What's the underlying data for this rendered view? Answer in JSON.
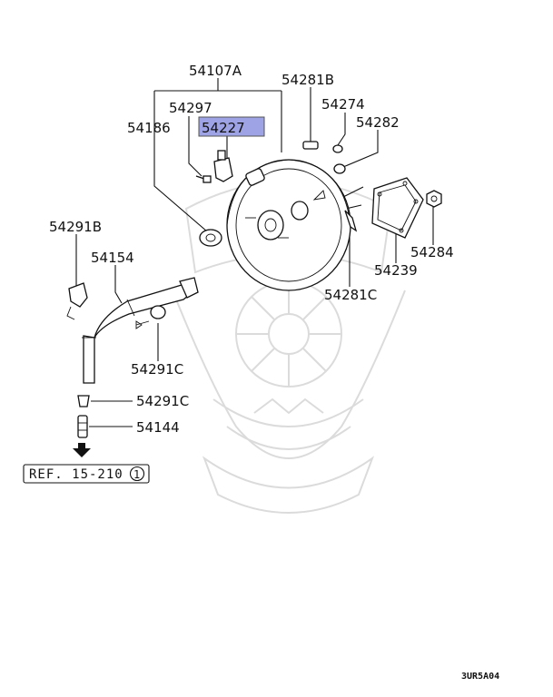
{
  "labels": {
    "l54107A": "54107A",
    "l54297": "54297",
    "l54227": "54227",
    "l54186": "54186",
    "l54281B": "54281B",
    "l54274": "54274",
    "l54282": "54282",
    "l54291B": "54291B",
    "l54154": "54154",
    "l54284": "54284",
    "l54239": "54239",
    "l54281C": "54281C",
    "l54291C_a": "54291C",
    "l54291C_b": "54291C",
    "l54144": "54144"
  },
  "highlight": {
    "part": "54227",
    "color": "#9ea3e6"
  },
  "reference": {
    "text": "REF. 15-210",
    "circled_number": "1"
  },
  "diagram_code": "3UR5A04"
}
